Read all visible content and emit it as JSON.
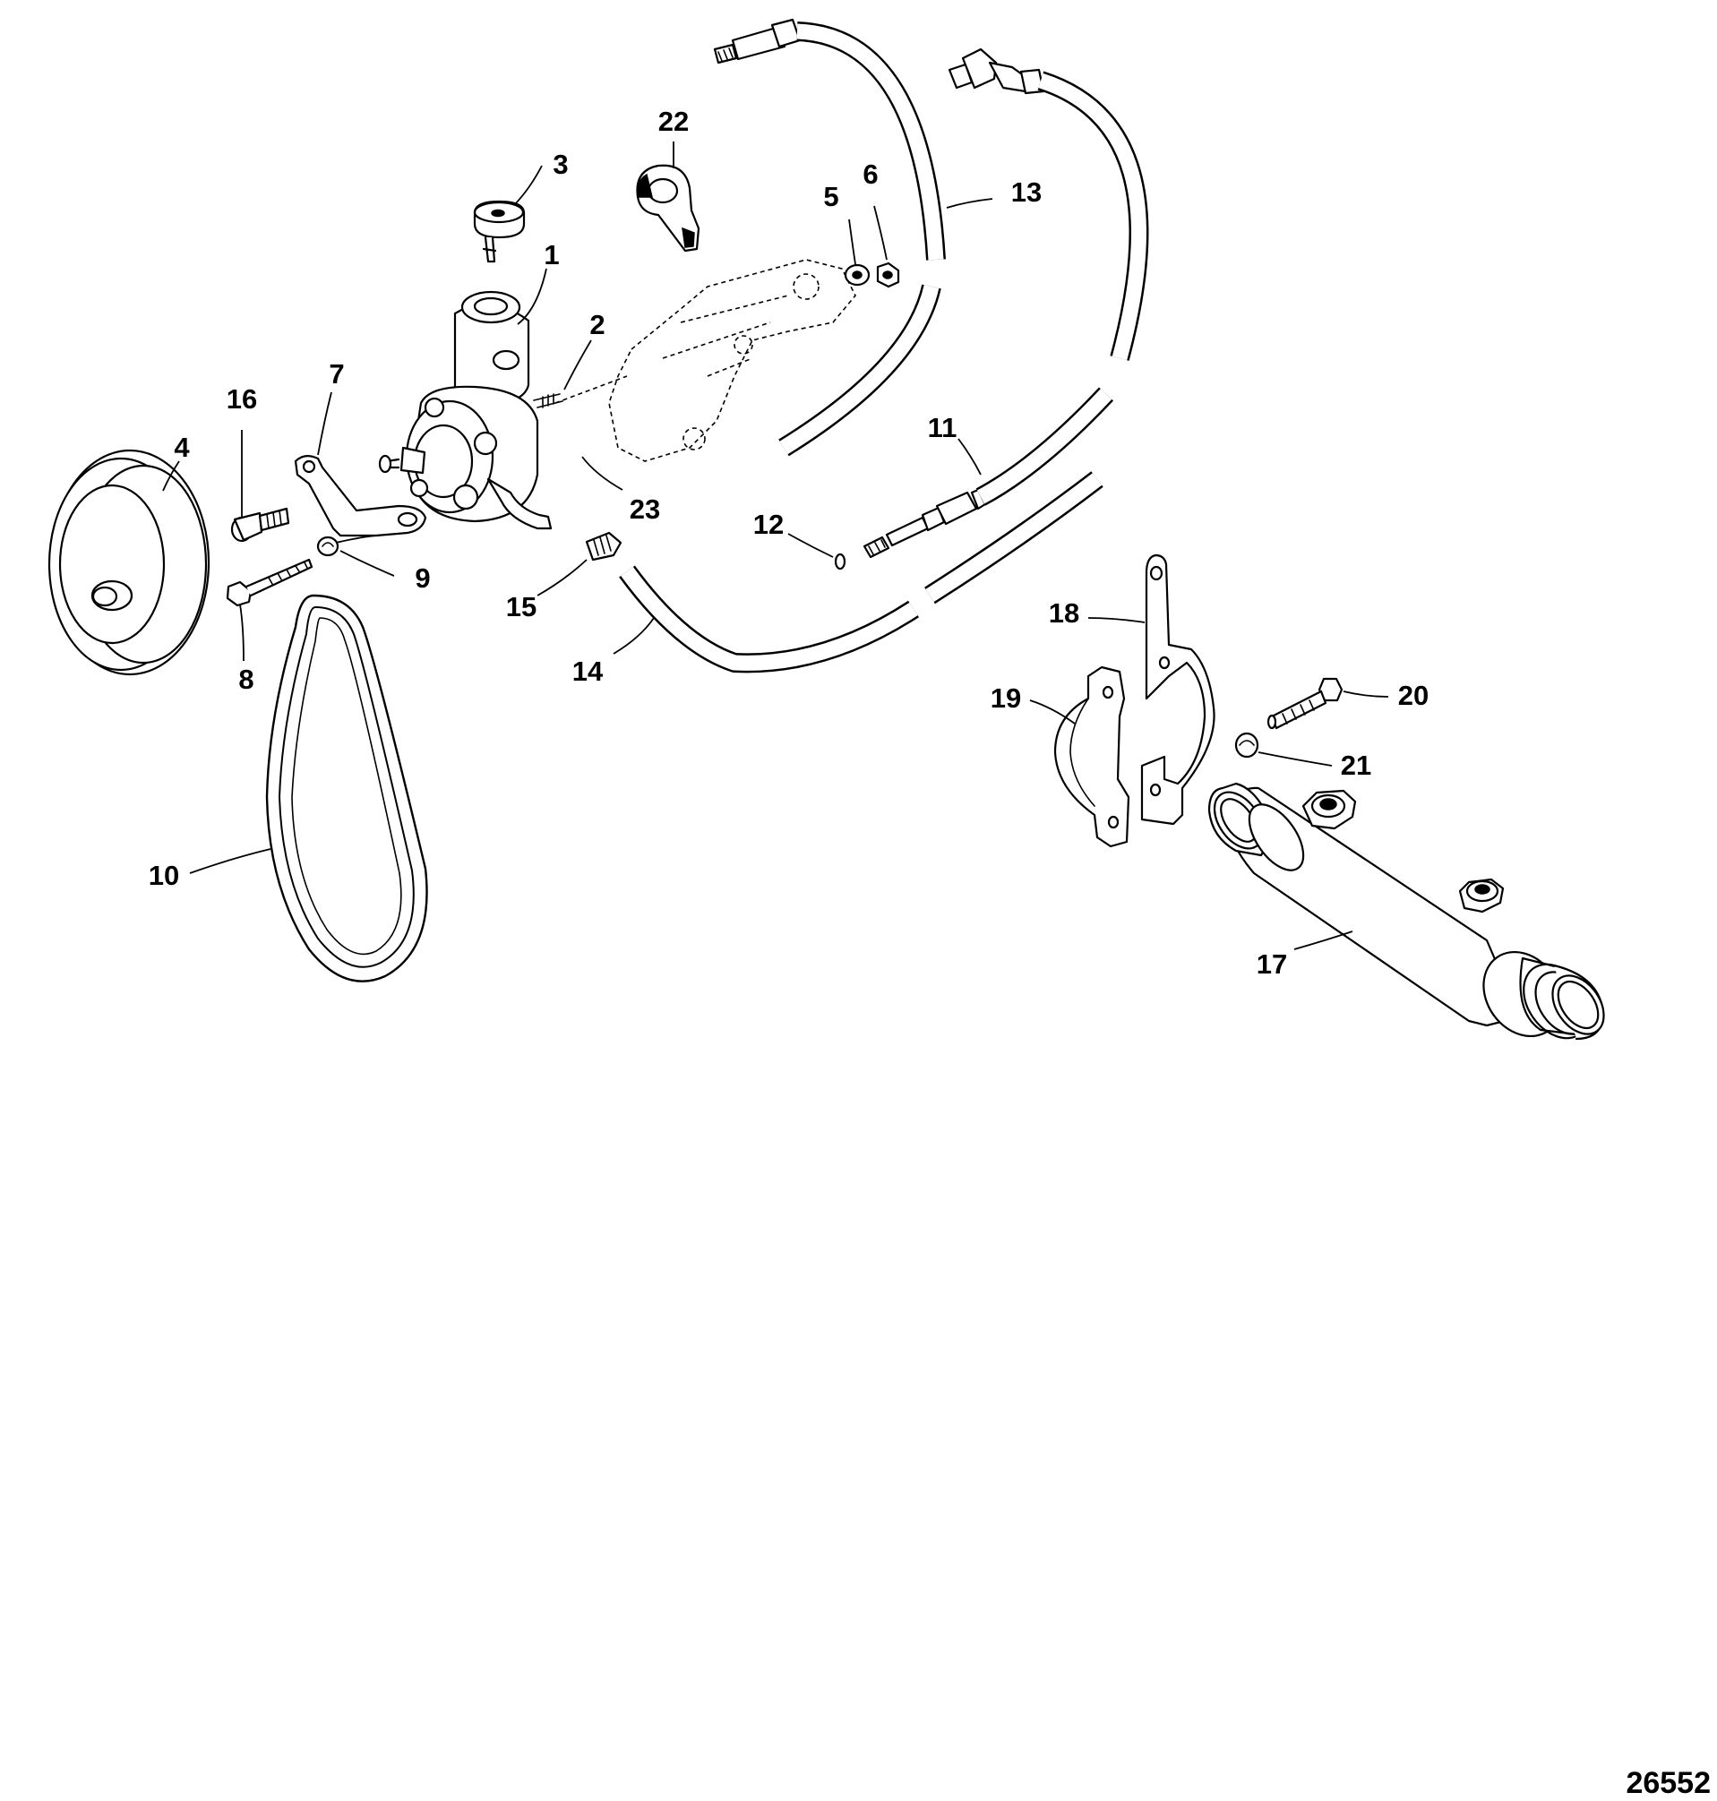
{
  "figure_number": "26552",
  "callouts": [
    {
      "id": "c1",
      "label": "1"
    },
    {
      "id": "c2",
      "label": "2"
    },
    {
      "id": "c3",
      "label": "3"
    },
    {
      "id": "c4",
      "label": "4"
    },
    {
      "id": "c5",
      "label": "5"
    },
    {
      "id": "c6",
      "label": "6"
    },
    {
      "id": "c7",
      "label": "7"
    },
    {
      "id": "c8",
      "label": "8"
    },
    {
      "id": "c9",
      "label": "9"
    },
    {
      "id": "c10",
      "label": "10"
    },
    {
      "id": "c11",
      "label": "11"
    },
    {
      "id": "c12",
      "label": "12"
    },
    {
      "id": "c13",
      "label": "13"
    },
    {
      "id": "c14",
      "label": "14"
    },
    {
      "id": "c15",
      "label": "15"
    },
    {
      "id": "c16",
      "label": "16"
    },
    {
      "id": "c17",
      "label": "17"
    },
    {
      "id": "c18",
      "label": "18"
    },
    {
      "id": "c19",
      "label": "19"
    },
    {
      "id": "c20",
      "label": "20"
    },
    {
      "id": "c21",
      "label": "21"
    },
    {
      "id": "c22",
      "label": "22"
    },
    {
      "id": "c23",
      "label": "23"
    }
  ]
}
